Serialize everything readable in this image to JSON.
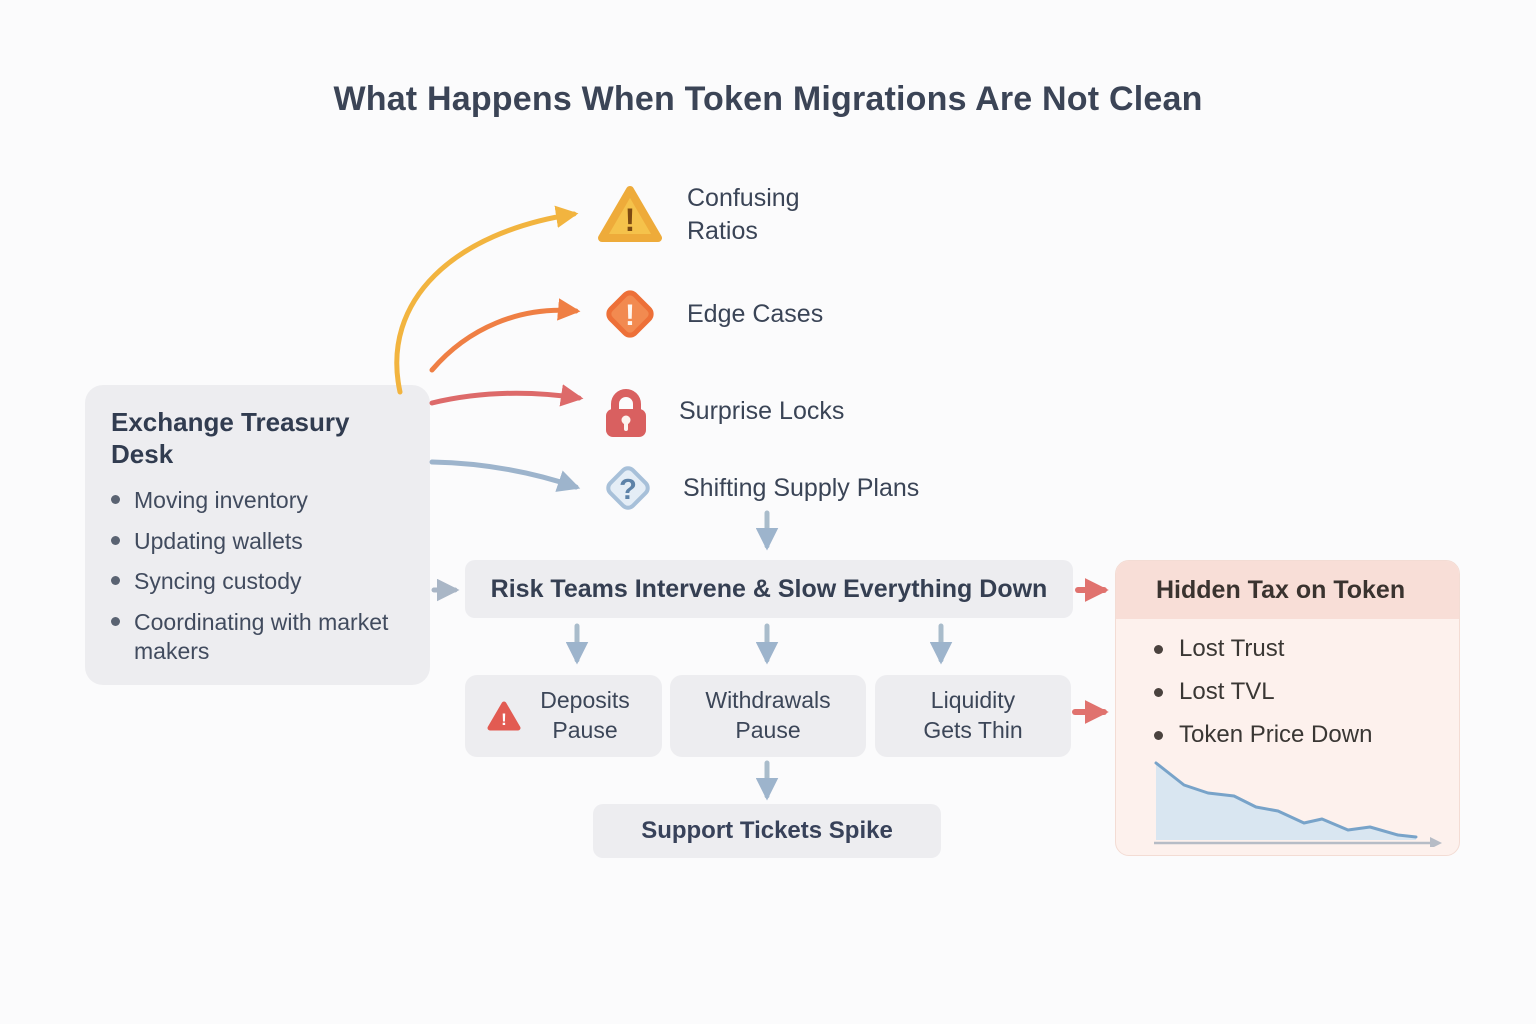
{
  "title": "What Happens When Token Migrations Are Not Clean",
  "treasury": {
    "title": "Exchange Treasury Desk",
    "items": [
      "Moving inventory",
      "Updating wallets",
      "Syncing custody",
      "Coordinating with market makers"
    ]
  },
  "risks": [
    {
      "label": "Confusing Ratios",
      "icon": "warning-triangle-icon",
      "glyph": "!"
    },
    {
      "label": "Edge Cases",
      "icon": "alert-diamond-icon",
      "glyph": "!"
    },
    {
      "label": "Surprise Locks",
      "icon": "lock-icon",
      "glyph": ""
    },
    {
      "label": "Shifting Supply Plans",
      "icon": "question-diamond-icon",
      "glyph": "?"
    }
  ],
  "risk_team": {
    "label": "Risk Teams Intervene & Slow Everything Down"
  },
  "consequences": [
    {
      "label": "Deposits Pause",
      "icon": "warning-triangle-icon",
      "glyph": "!"
    },
    {
      "label": "Withdrawals Pause"
    },
    {
      "label": "Liquidity Gets Thin"
    }
  ],
  "support": {
    "label": "Support Tickets Spike"
  },
  "hidden_tax": {
    "title": "Hidden Tax on Token",
    "items": [
      "Lost Trust",
      "Lost TVL",
      "Token Price Down"
    ],
    "chart": {
      "type": "area",
      "trend": "down"
    }
  },
  "colors": {
    "amber": "#f2b43f",
    "orange": "#ef7f44",
    "red": "#dd5f5f",
    "blue_gray": "#9db4cc",
    "arrow_gray": "#a9b6c6",
    "box_gray": "#ededf0",
    "pink_bg": "#fdf1ed",
    "pink_header": "#f8ded7",
    "chart_line": "#78a3c9"
  }
}
